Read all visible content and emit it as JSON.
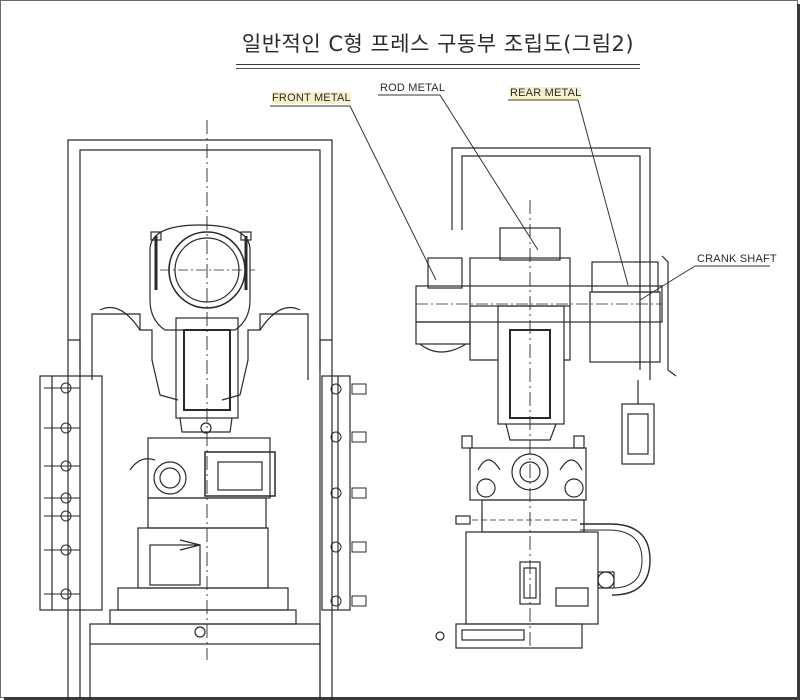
{
  "title": "일반적인 C형 프레스 구동부 조립도(그림2)",
  "labels": {
    "front_metal": "FRONT METAL",
    "rod_metal": "ROD METAL",
    "rear_metal": "REAR METAL",
    "crank_shaft": "CRANK SHAFT"
  }
}
